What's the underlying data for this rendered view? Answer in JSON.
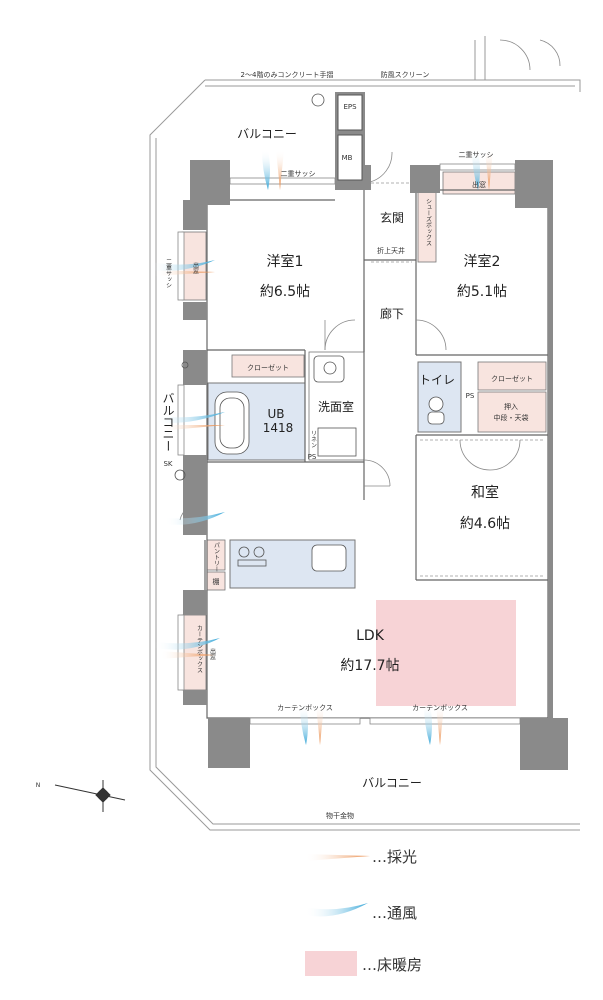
{
  "rooms": {
    "western1": {
      "name": "洋室1",
      "size": "約6.5帖"
    },
    "western2": {
      "name": "洋室2",
      "size": "約5.1帖"
    },
    "japanese": {
      "name": "和室",
      "size": "約4.6帖"
    },
    "ldk": {
      "name": "LDK",
      "size": "約17.7帖"
    },
    "ub": {
      "name": "UB",
      "size": "1418"
    },
    "washroom": "洗面室",
    "entrance": "玄関",
    "corridor": "廊下",
    "toilet": "トイレ"
  },
  "labels": {
    "balcony_top": "バルコニー",
    "balcony_left": "バルコニー",
    "balcony_bottom": "バルコニー",
    "handrail_note": "2～4階のみコンクリート手摺",
    "wind_screen": "防風スクリーン",
    "eps": "EPS",
    "mb": "MB",
    "double_sash_top1": "二重サッシ",
    "double_sash_top2": "二重サッシ",
    "double_sash_left": "二重サッシ",
    "bay_window1": "出窓",
    "bay_window2": "出窓",
    "bay_window3": "出窓",
    "shoes_box": "シューズボックス",
    "folding_ceiling": "折上天井",
    "closet1": "クローゼット",
    "closet2": "クローゼット",
    "linen": "リネン",
    "ps1": "PS",
    "ps2": "PS",
    "oshiire": "押入",
    "oshiire_sub": "中段・天袋",
    "sk": "SK",
    "pantry": "パントリー",
    "shelf": "棚",
    "curtain_box_left": "カーテンボックス",
    "curtain_box_b1": "カーテンボックス",
    "curtain_box_b2": "カーテンボックス",
    "laundry": "物干金物",
    "north": "N"
  },
  "legend": [
    {
      "key": "light",
      "text": "…採光"
    },
    {
      "key": "wind",
      "text": "…通風"
    },
    {
      "key": "heating",
      "text": "…床暖房"
    }
  ],
  "colors": {
    "wall": "#8a8a8a",
    "light_arrow": "#e8823a",
    "wind_arrow": "#39a7d8",
    "floor_heating": "#f7d3d6",
    "wet_area": "#dde6f2",
    "storage": "#f8e4df"
  }
}
